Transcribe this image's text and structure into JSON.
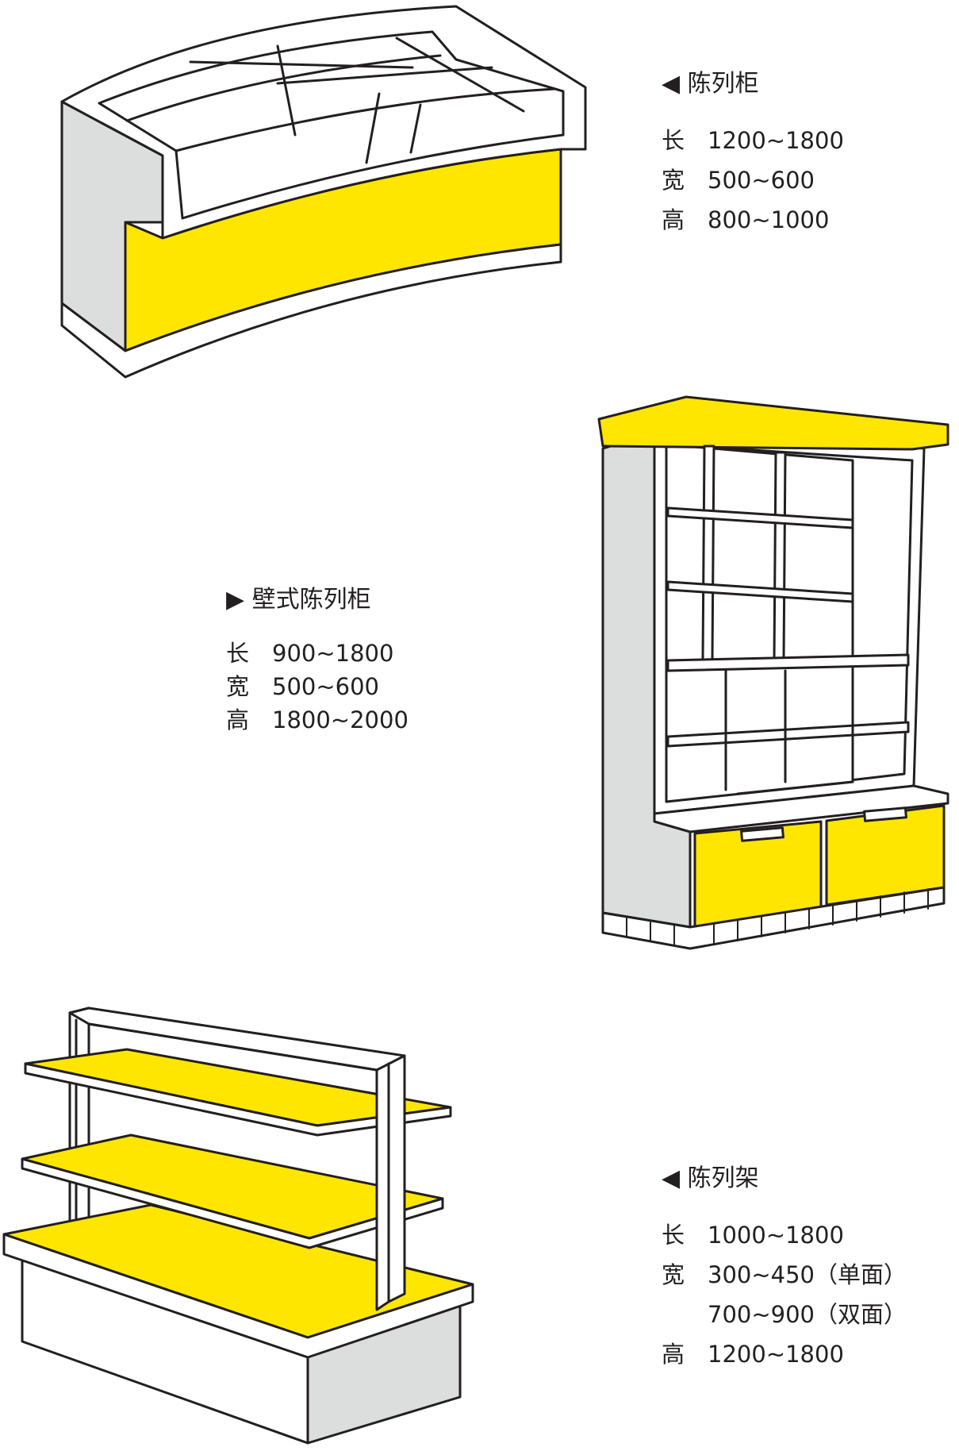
{
  "colors": {
    "accent": "#ffe600",
    "side": "#dcdddd",
    "line": "#231f20",
    "background": "#ffffff"
  },
  "display_cabinet": {
    "title": "◀ 陈列柜",
    "specs": [
      {
        "key": "长",
        "value": "1200~1800"
      },
      {
        "key": "宽",
        "value": "500~600"
      },
      {
        "key": "高",
        "value": "800~1000"
      }
    ]
  },
  "wall_cabinet": {
    "title": "▶ 壁式陈列柜",
    "specs": [
      {
        "key": "长",
        "value": "900~1800"
      },
      {
        "key": "宽",
        "value": "500~600"
      },
      {
        "key": "高",
        "value": "1800~2000"
      }
    ]
  },
  "display_rack": {
    "title": "◀ 陈列架",
    "specs": [
      {
        "key": "长",
        "value": "1000~1800"
      },
      {
        "key": "宽",
        "value": "300~450（单面）"
      },
      {
        "key": "",
        "value": "700~900（双面）"
      },
      {
        "key": "高",
        "value": "1200~1800"
      }
    ]
  }
}
